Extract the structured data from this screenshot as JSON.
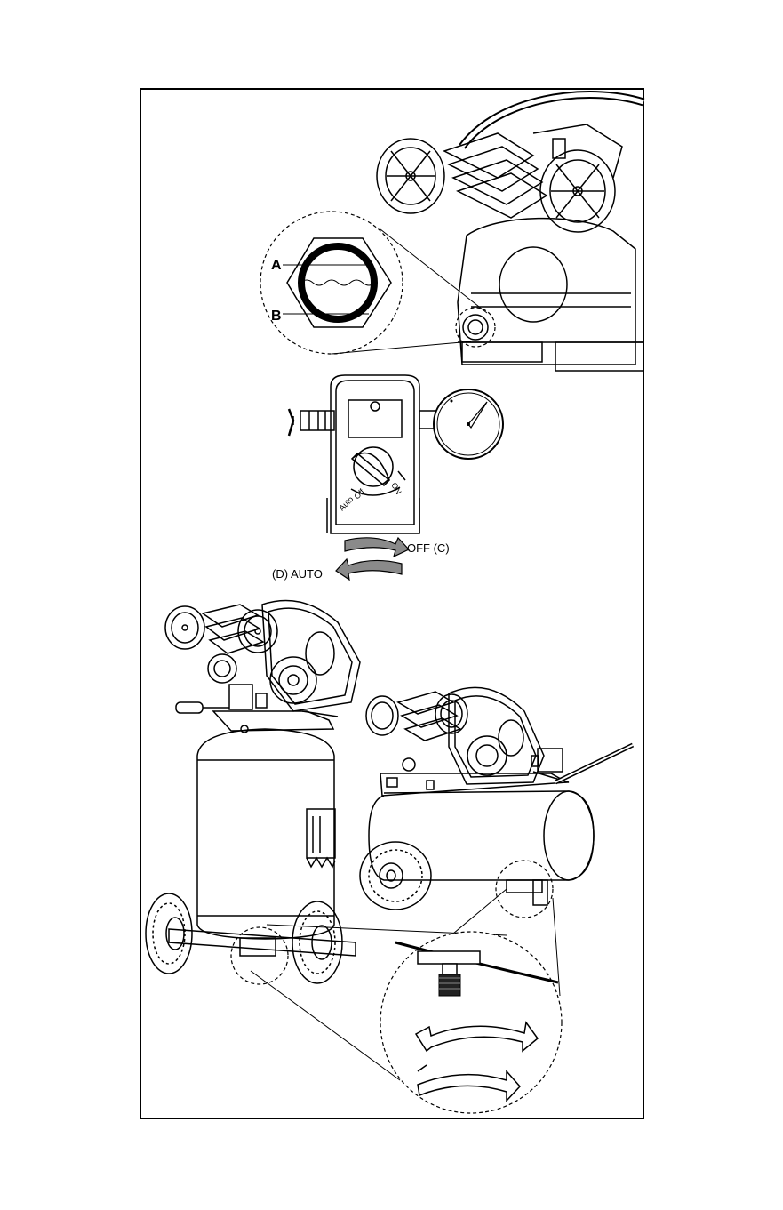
{
  "labels": {
    "a": "A",
    "b": "B",
    "off": "OFF (C)",
    "auto": "(D)  AUTO"
  },
  "dial": {
    "off_text": "Off",
    "auto_text": "Auto",
    "tick_text": "ON"
  },
  "colors": {
    "line": "#000000",
    "arrow_fill": "#8a8a8a",
    "page": "#ffffff"
  }
}
